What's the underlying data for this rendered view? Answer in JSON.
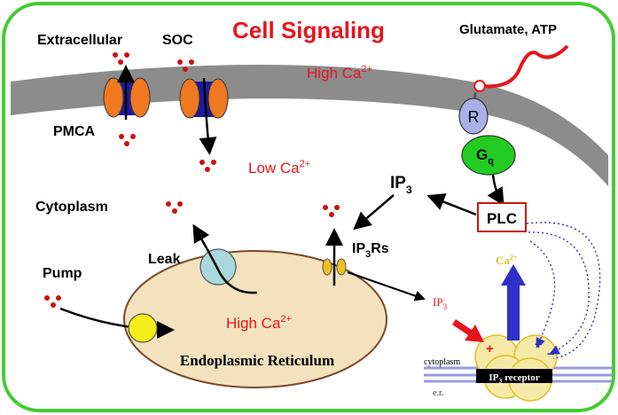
{
  "title": "Cell Signaling",
  "labels": {
    "extracellular": "Extracellular",
    "soc": "SOC",
    "pmca": "PMCA",
    "cytoplasm": "Cytoplasm",
    "pump": "Pump",
    "leak": "Leak",
    "glutamate_atp": "Glutamate, ATP",
    "high_ca_outside": "High Ca",
    "high_ca_outside_sup": "2+",
    "low_ca": "Low Ca",
    "low_ca_sup": "2+",
    "high_ca_er": "High Ca",
    "high_ca_er_sup": "2+",
    "ip3": "IP",
    "ip3_sub": "3",
    "ip3rs": "IP",
    "ip3rs_sub": "3",
    "ip3rs_suffix": "Rs",
    "r": "R",
    "gq": "G",
    "gq_sub": "q",
    "plc": "PLC",
    "endoplasmic_reticulum": "Endoplasmic Reticulum",
    "inset_ca": "Ca",
    "inset_ca_sup": "2+",
    "inset_ip3": "IP",
    "inset_ip3_sub": "3",
    "inset_cytoplasm": "cytoplasm",
    "inset_er": "e.r.",
    "inset_receptor_prefix": "IP",
    "inset_receptor_sub": "3",
    "inset_receptor_suffix": " receptor",
    "plus": "+",
    "minus": "−"
  },
  "colors": {
    "border": "#44cc33",
    "title": "#e8141c",
    "ca_text": "#e8141c",
    "membrane": "#8c8c8c",
    "pmca_channel": "#f07820",
    "pore": "#1a1aa0",
    "receptor_r": "#aab0e8",
    "gq": "#22cc22",
    "plc_border": "#cc1111",
    "er_fill": "#f3e2bd",
    "er_stroke": "#7a4a2a",
    "leak": "#a8d8de",
    "pump": "#f2ef1a",
    "ip3r": "#f0c020",
    "dots": "#cc1111",
    "inset_arrow": "#3030c8",
    "inset_ca": "#e0c020"
  }
}
